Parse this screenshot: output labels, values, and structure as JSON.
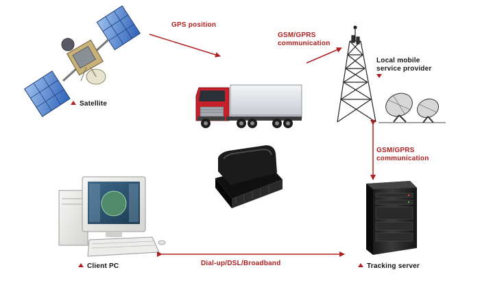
{
  "labels": {
    "gps_position": "GPS position",
    "gsm_gprs_top_line1": "GSM/GPRS",
    "gsm_gprs_top_line2": "communication",
    "local_provider_line1": "Local mobile",
    "local_provider_line2": "service provider",
    "satellite": "Satellite",
    "gsm_gprs_right_line1": "GSM/GPRS",
    "gsm_gprs_right_line2": "communication",
    "client_pc": "Client PC",
    "tracking_server": "Tracking server",
    "dialup": "Dial-up/DSL/Broadband"
  },
  "colors": {
    "label_red": "#b01f1f",
    "arrow_red": "#b01f1f",
    "truck_cab": "#c8202a",
    "trailer": "#dfe2e6",
    "server_body": "#1e1e1e",
    "gps_device": "#1a1a1a",
    "solar_panel": "#4a7fd1"
  },
  "icons": [
    "satellite-icon",
    "truck-icon",
    "cell-tower-icon",
    "satellite-dish-icon",
    "gps-tracker-icon",
    "desktop-pc-icon",
    "server-icon"
  ]
}
